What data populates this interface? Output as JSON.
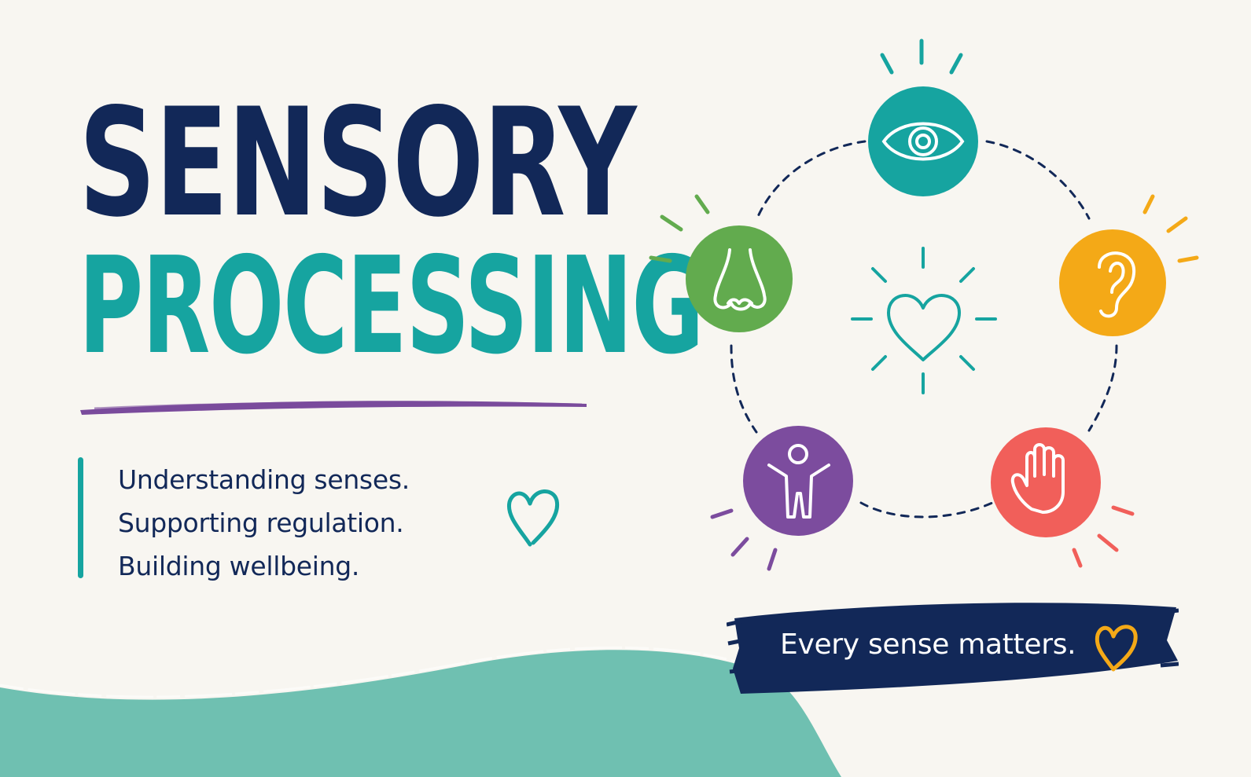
{
  "title": {
    "line1": "SENSORY",
    "line2": "PROCESSING"
  },
  "tagline": {
    "lines": [
      "Understanding senses.",
      "Supporting regulation.",
      "Building wellbeing."
    ]
  },
  "banner": {
    "text": "Every sense matters."
  },
  "senses": [
    {
      "icon": "eye-icon",
      "color": "#16a4a0"
    },
    {
      "icon": "ear-icon",
      "color": "#f4a917"
    },
    {
      "icon": "hand-icon",
      "color": "#f15f5a"
    },
    {
      "icon": "body-icon",
      "color": "#7c4c9e"
    },
    {
      "icon": "nose-icon",
      "color": "#62ab4e"
    }
  ],
  "center_icon": "heart-icon",
  "colors": {
    "navy": "#122858",
    "teal": "#16a4a0",
    "purple": "#7a4b9c",
    "yellow": "#f4a917",
    "coral": "#f15f5a",
    "green": "#62ab4e",
    "wave": "#6fc0b1",
    "background": "#f8f6f1"
  }
}
